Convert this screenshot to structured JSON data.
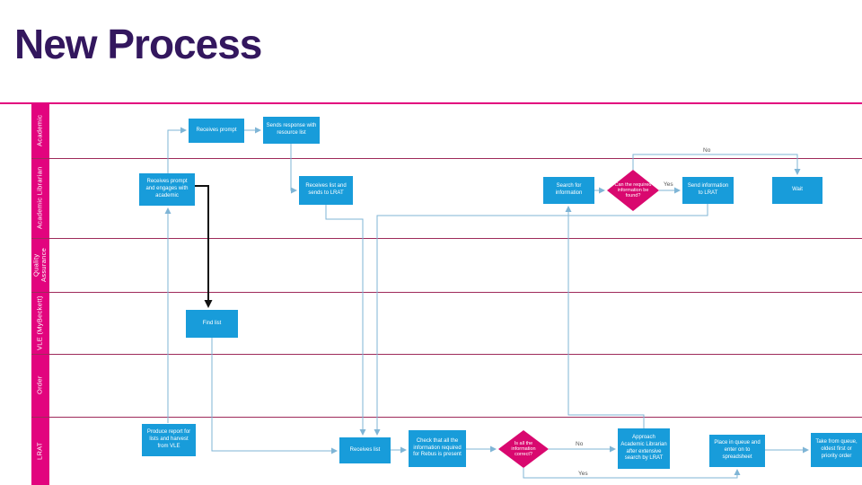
{
  "title": "New Process",
  "lanes": [
    {
      "label": "Academic"
    },
    {
      "label": "Academic Librarian"
    },
    {
      "label": "Quality Assurance"
    },
    {
      "label": "VLE (MyBeckett)"
    },
    {
      "label": "Order"
    },
    {
      "label": "LRAT"
    }
  ],
  "nodes": {
    "receives_prompt": {
      "label": "Receives prompt"
    },
    "sends_response": {
      "label": "Sends response with resource list"
    },
    "receives_engages": {
      "label": "Receives prompt and engages with academic"
    },
    "receives_sends_lrat": {
      "label": "Receives list and sends to LRAT"
    },
    "search_info": {
      "label": "Search for information"
    },
    "can_found": {
      "label": "Can the required information be found?"
    },
    "send_info_lrat": {
      "label": "Send information to LRAT"
    },
    "wait": {
      "label": "Wait"
    },
    "find_list": {
      "label": "Find list"
    },
    "produce_report": {
      "label": "Produce report for lists and harvest from VLE"
    },
    "receives_list": {
      "label": "Receives list"
    },
    "check_info": {
      "label": "Check that all the information required for Rebus is present"
    },
    "info_correct": {
      "label": "Is all the information correct?"
    },
    "approach_librarian": {
      "label": "Approach Academic Librarian after extensive search by LRAT"
    },
    "place_queue": {
      "label": "Place in queue and enter on to spreadsheet"
    },
    "take_queue": {
      "label": "Take from queue, oldest first or priority order"
    }
  },
  "edge_labels": {
    "found_yes": "Yes",
    "found_no": "No",
    "correct_yes": "Yes",
    "correct_no": "No"
  },
  "colors": {
    "box_blue": "#189cda",
    "diamond_pink": "#d9086f",
    "lane_bar_pink": "#e2047e",
    "divider_maroon": "#9e2a5a",
    "connector_blue": "#7fb5d6",
    "title_purple": "#33175e"
  }
}
